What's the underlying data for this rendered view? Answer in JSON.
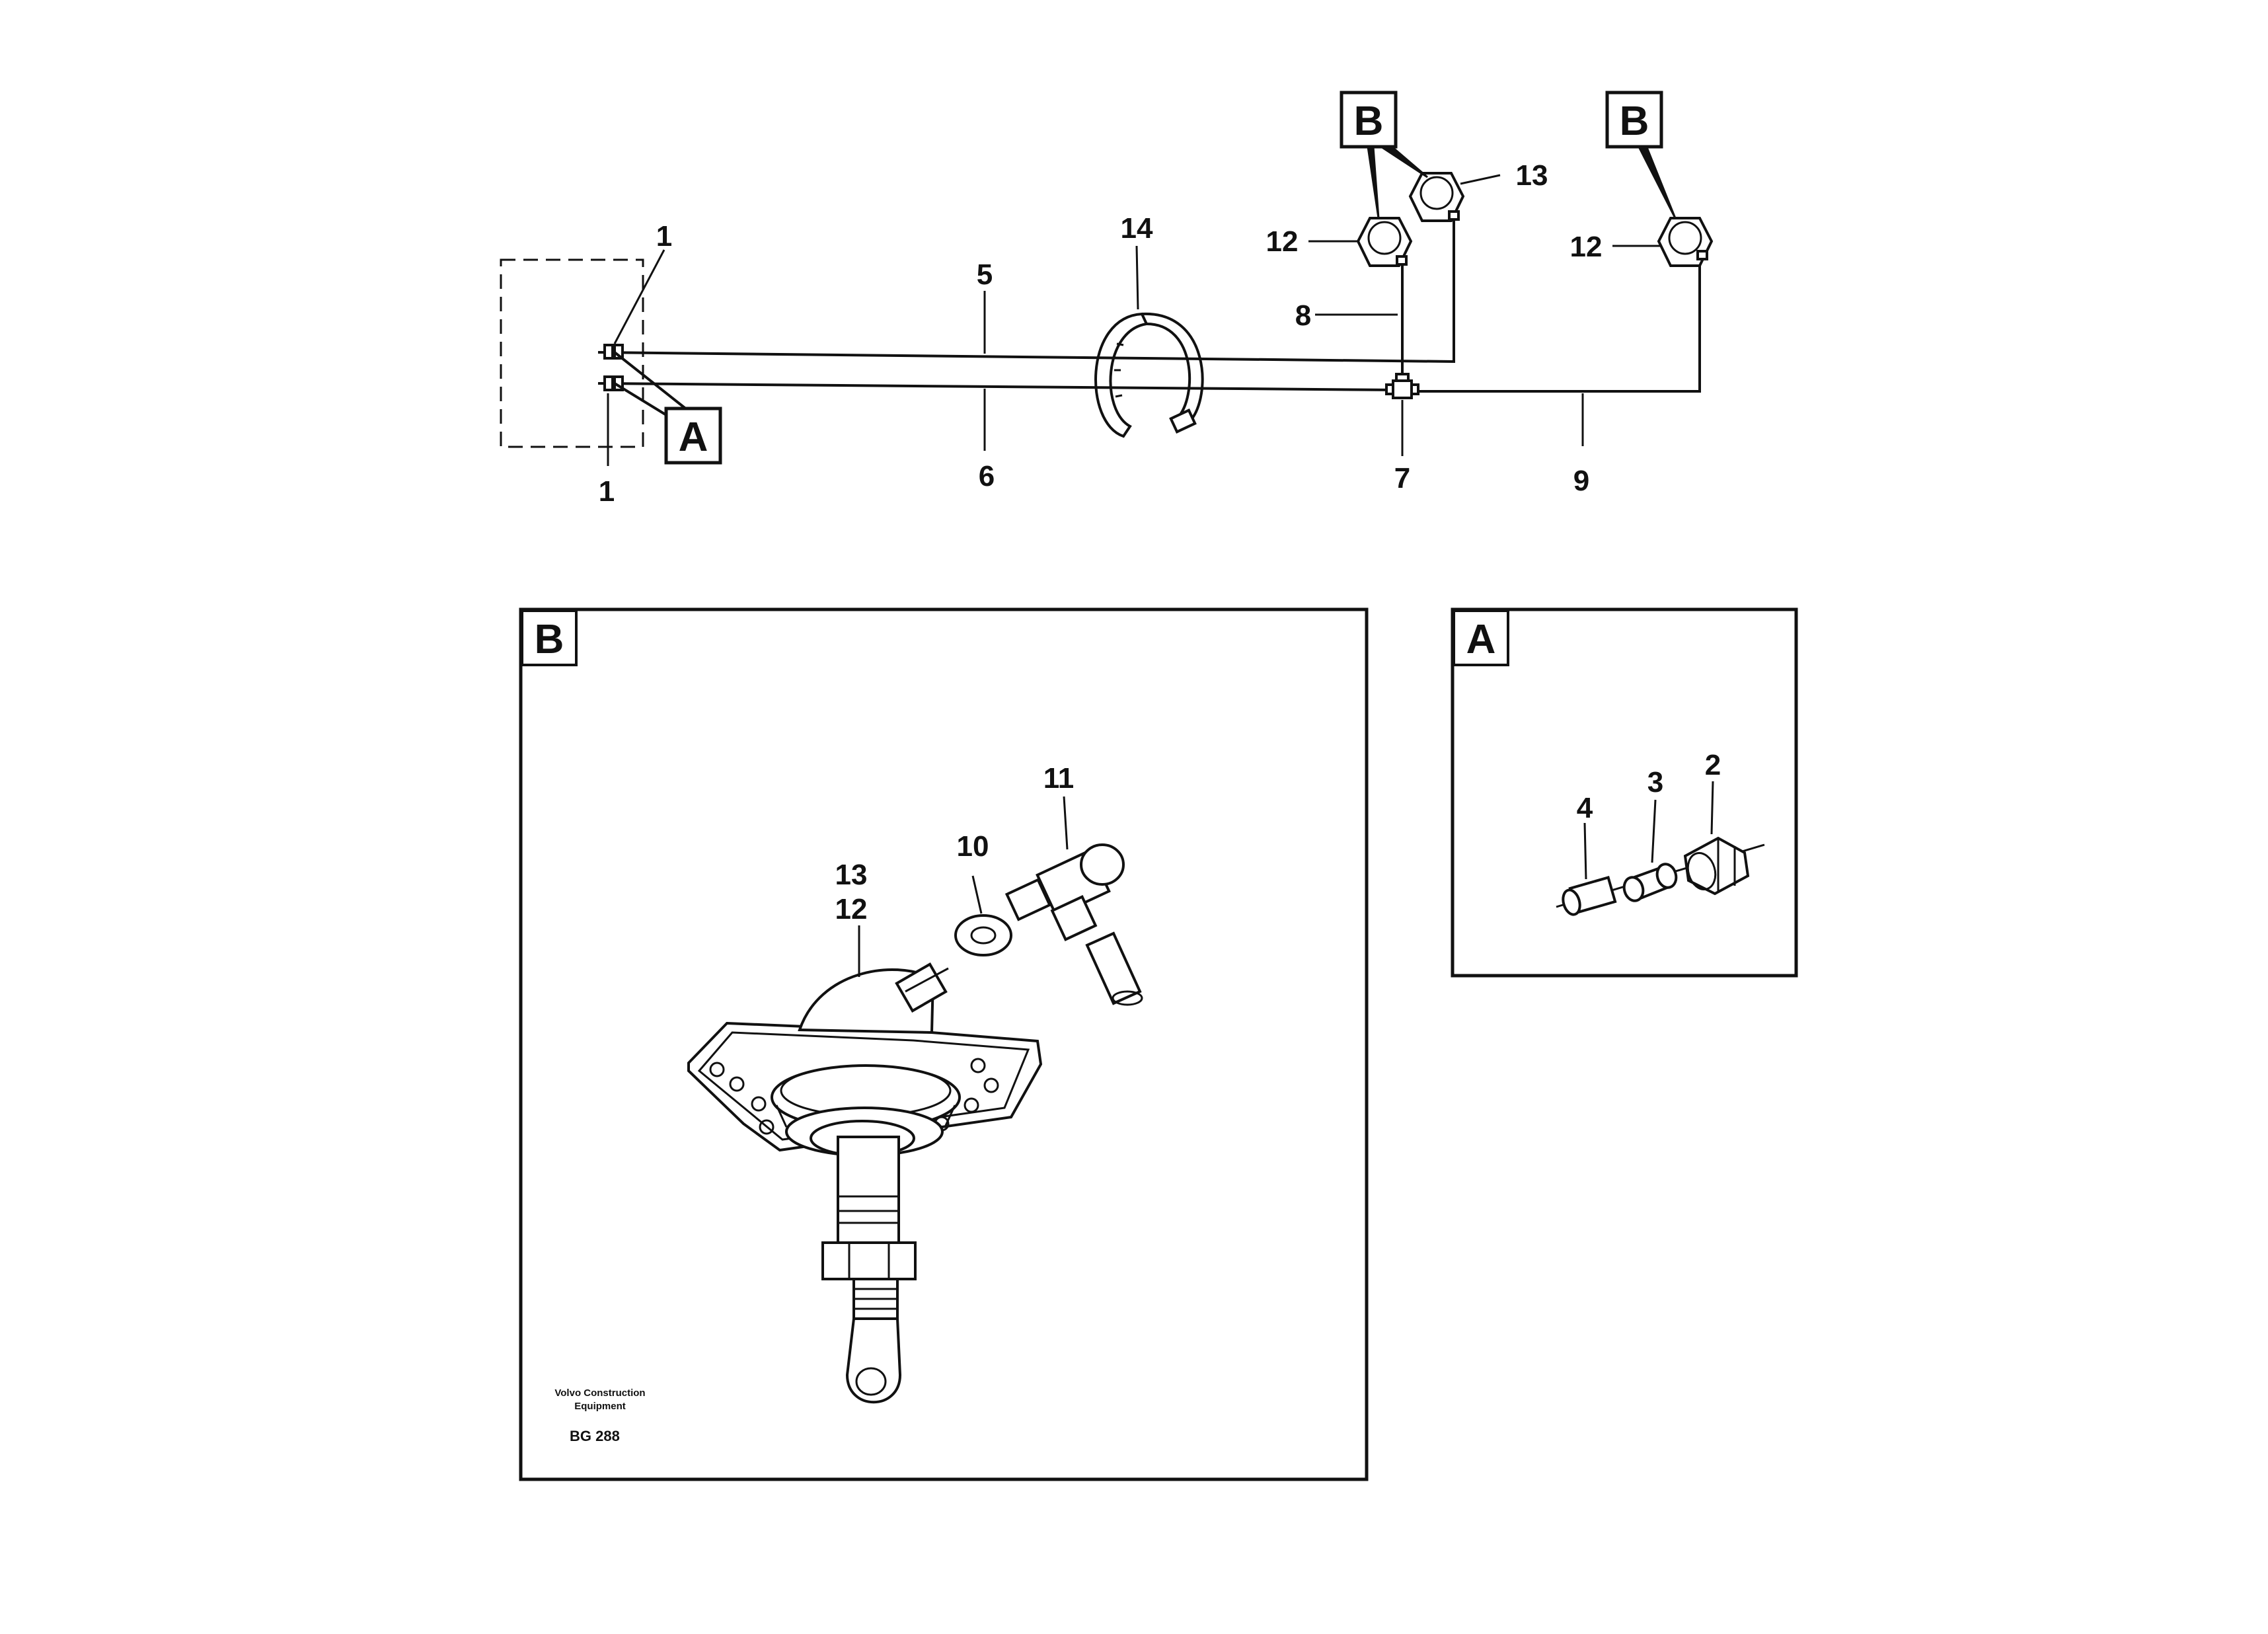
{
  "callouts": {
    "a": "A",
    "b": "B"
  },
  "labels": {
    "n1": "1",
    "n2": "2",
    "n3": "3",
    "n4": "4",
    "n5": "5",
    "n6": "6",
    "n7": "7",
    "n8": "8",
    "n9": "9",
    "n10": "10",
    "n11": "11",
    "n12": "12",
    "n13": "13",
    "n14": "14"
  },
  "credit": {
    "line1": "Volvo Construction",
    "line2": "Equipment"
  },
  "drawing_code": "BG 288"
}
